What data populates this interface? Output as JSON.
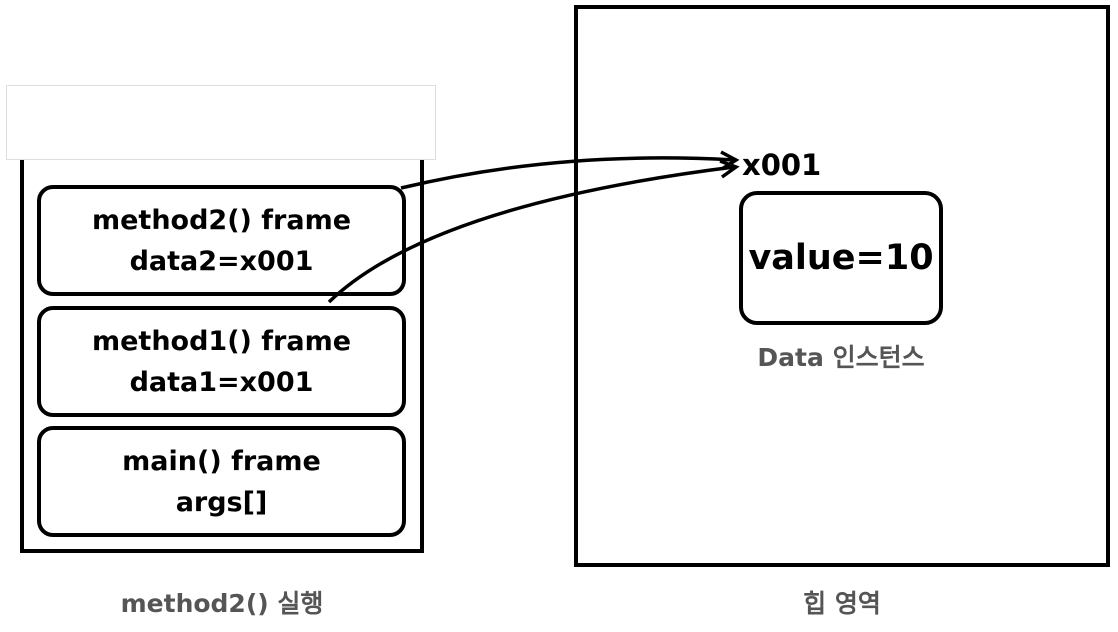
{
  "stack": {
    "frames": [
      {
        "title": "method2() frame",
        "var": "data2=x001"
      },
      {
        "title": "method1() frame",
        "var": "data1=x001"
      },
      {
        "title": "main() frame",
        "var": "args[]"
      }
    ],
    "caption": "method2() 실행"
  },
  "heap": {
    "reference": "x001",
    "instance_value": "value=10",
    "instance_caption": "Data 인스턴스",
    "caption": "힙 영역"
  },
  "colors": {
    "line": "#000000",
    "caption_text": "#555555",
    "lid_border": "#dedede"
  }
}
